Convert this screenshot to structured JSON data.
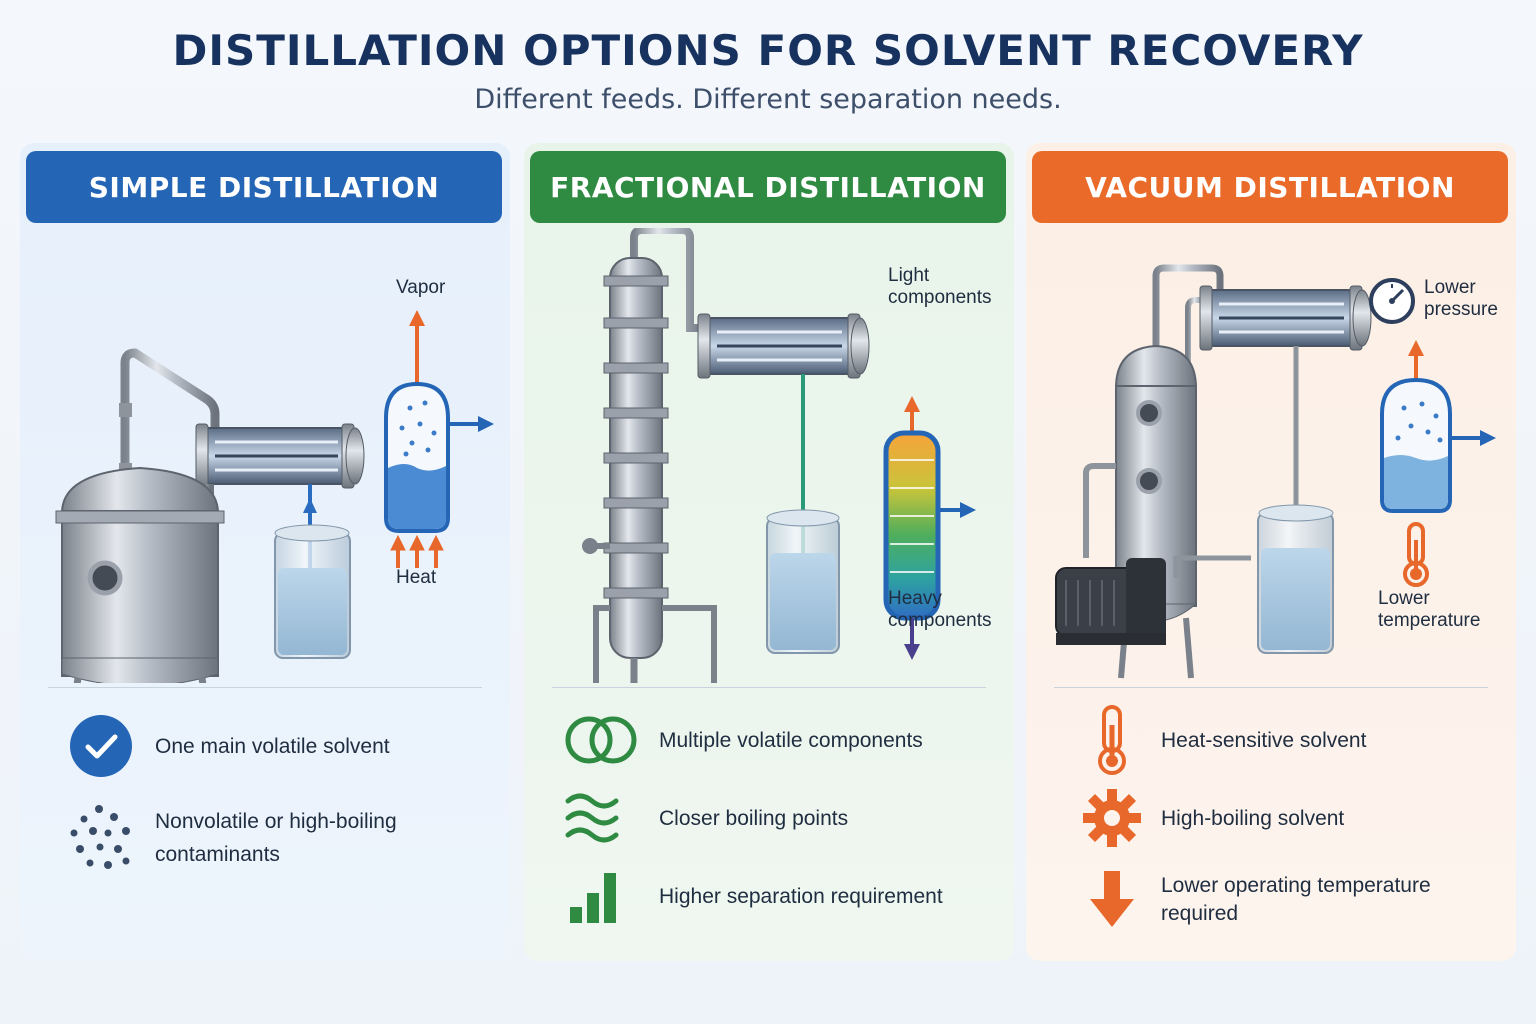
{
  "title": "DISTILLATION OPTIONS FOR SOLVENT RECOVERY",
  "subtitle": "Different feeds. Different separation needs.",
  "panels": {
    "simple": {
      "header": "SIMPLE DISTILLATION",
      "accent": "#2466b5",
      "labels": {
        "vapor": "Vapor",
        "heat": "Heat"
      },
      "criteria": [
        "One main volatile solvent",
        "Nonvolatile or high-boiling contaminants"
      ]
    },
    "fractional": {
      "header": "FRACTIONAL DISTILLATION",
      "accent": "#2f8a42",
      "labels": {
        "light": "Light components",
        "heavy": "Heavy components"
      },
      "criteria": [
        "Multiple volatile components",
        "Closer boiling points",
        "Higher separation requirement"
      ]
    },
    "vacuum": {
      "header": "VACUUM DISTILLATION",
      "accent": "#ea6a2a",
      "labels": {
        "pressure": "Lower pressure",
        "temperature": "Lower temperature"
      },
      "criteria": [
        "Heat-sensitive solvent",
        "High-boiling solvent",
        "Lower operating temperature required"
      ]
    }
  },
  "icons": [
    "check-circle-icon",
    "particles-icon",
    "overlap-circles-icon",
    "waves-icon",
    "bar-chart-icon",
    "thermometer-icon",
    "gear-icon",
    "down-arrow-icon",
    "gauge-icon"
  ]
}
